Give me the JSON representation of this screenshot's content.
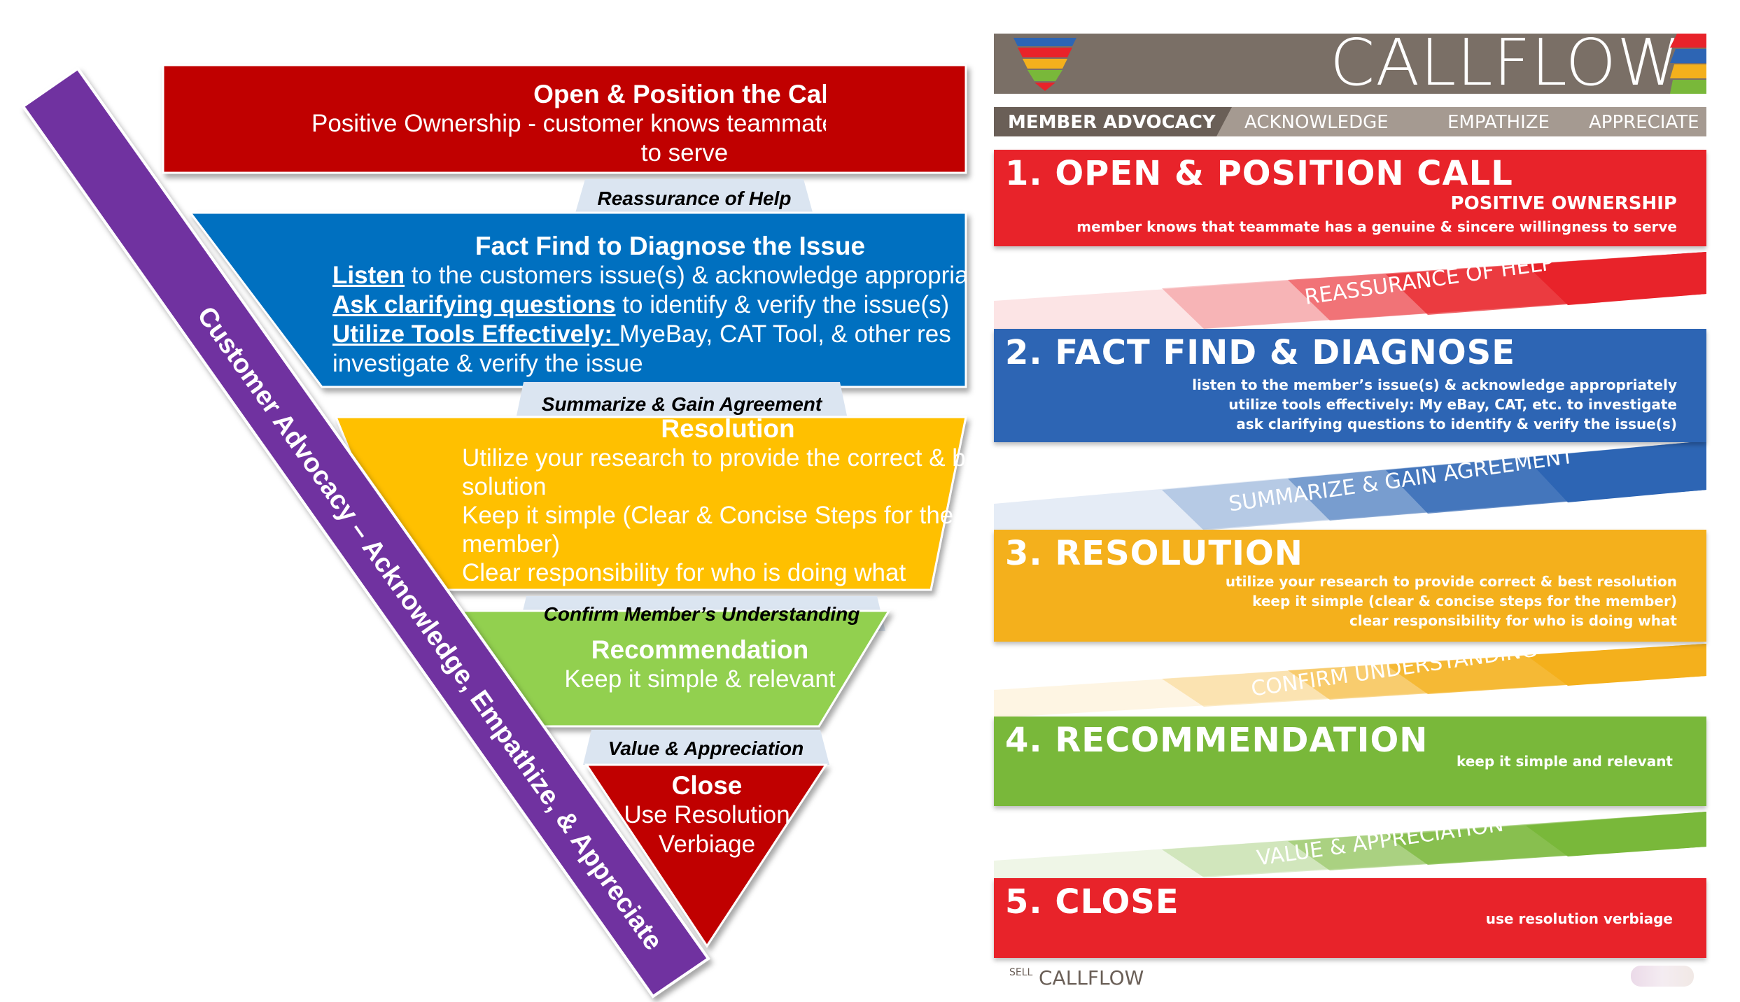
{
  "left": {
    "stages": [
      {
        "title": "Open & Position the Call",
        "lines": [
          "Positive Ownership - customer knows teammate has a genuine & sin",
          "to serve"
        ]
      },
      {
        "title": "Fact Find to Diagnose the Issue",
        "lines": [
          {
            "u": "Listen",
            "t": " to the customers issue(s) & acknowledge appropria"
          },
          {
            "u": "Ask clarifying questions",
            "t": " to identify & verify the issue(s)"
          },
          {
            "u": "Utilize Tools Effectively: ",
            "t": " MyeBay, CAT Tool, & other res"
          },
          {
            "u": "",
            "t": "investigate & verify the issue"
          }
        ]
      },
      {
        "title": "Resolution",
        "lines": [
          "Utilize your research to provide the correct & be",
          "solution",
          "Keep it simple (Clear & Concise Steps for the",
          "member)",
          "Clear responsibility for who is doing what"
        ]
      },
      {
        "title": "Recommendation",
        "lines": [
          "Keep it simple & relevant"
        ]
      },
      {
        "title": "Close",
        "lines": [
          "Use Resolution",
          "Verbiage"
        ]
      }
    ],
    "connectors": [
      "Reassurance of Help",
      "Summarize & Gain Agreement",
      "Confirm Member’s Understanding",
      "Value & Appreciation"
    ],
    "advocacy_band": "Customer Advocacy – Acknowledge, Empathize, & Appreciate",
    "colors": {
      "red": "#c00000",
      "blue": "#0070c0",
      "yellow": "#ffc000",
      "green": "#92d050",
      "purple": "#7030a0",
      "connector": "#dbe5f1"
    }
  },
  "right": {
    "header_title": "CALLFLOW",
    "subheader": {
      "member_advocacy": "MEMBER ADVOCACY",
      "acknowledge": "ACKNOWLEDGE",
      "empathize": "EMPATHIZE",
      "appreciate": "APPRECIATE"
    },
    "bands": [
      {
        "title": "1. OPEN & POSITION CALL",
        "subtitle": "POSITIVE OWNERSHIP",
        "lines": [
          "member knows that teammate has a genuine & sincere willingness to serve"
        ],
        "color": "#e8232a"
      },
      {
        "title": "2. FACT FIND & DIAGNOSE",
        "lines": [
          "listen to the member’s issue(s) & acknowledge appropriately",
          "utilize tools effectively: My eBay, CAT, etc. to investigate",
          "ask clarifying questions to identify & verify the issue(s)"
        ],
        "color": "#2d65b4"
      },
      {
        "title": "3. RESOLUTION",
        "lines": [
          "utilize your research to provide correct & best resolution",
          "keep it simple (clear & concise steps for the member)",
          "clear responsibility for who is doing what"
        ],
        "color": "#f4b01c"
      },
      {
        "title": "4. RECOMMENDATION",
        "lines": [
          "keep it simple and relevant"
        ],
        "color": "#79b83a"
      },
      {
        "title": "5. CLOSE",
        "lines": [
          "use resolution verbiage"
        ],
        "color": "#e8232a"
      }
    ],
    "transitions": [
      "REASSURANCE OF HELP",
      "SUMMARIZE & GAIN AGREEMENT",
      "CONFIRM UNDERSTANDING",
      "VALUE & APPRECIATION"
    ],
    "footer": {
      "small": "SELL",
      "label": "CALLFLOW"
    },
    "colors": {
      "header": "#7a6f66",
      "subheader": "#a59a91",
      "subheader_dark": "#6a5f57"
    }
  }
}
